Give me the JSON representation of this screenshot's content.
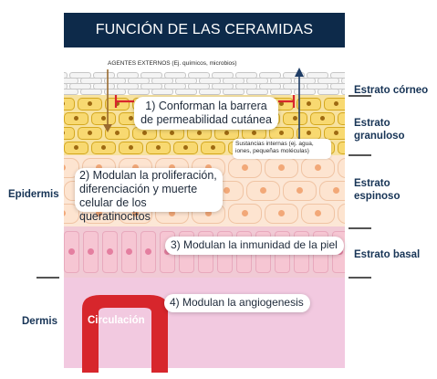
{
  "title": "FUNCIÓN DE LAS CERAMIDAS",
  "annotations": {
    "external_agents": "AGENTES EXTERNOS (Ej. químicos, microbios)",
    "internal_substances": "Sustancias internas (ej. agua,\niones, pequeñas moléculas)",
    "circulation": "Circulación"
  },
  "callouts": [
    {
      "text": "1) Conforman la barrera\nde permeabilidad cutánea"
    },
    {
      "text": "2) Modulan la proliferación,\ndiferenciación y muerte\ncelular de los queratinocitos"
    },
    {
      "text": "3) Modulan la inmunidad de la piel"
    },
    {
      "text": "4) Modulan la angiogenesis"
    }
  ],
  "layers": {
    "corneo": "Estrato córneo",
    "granuloso": "Estrato\ngranuloso",
    "espinoso": "Estrato\nespinoso",
    "basal": "Estrato basal",
    "epidermis": "Epidermis",
    "dermis": "Dermis"
  },
  "colors": {
    "title_bg": "#0d2a4a",
    "barrier_red": "#d9252d",
    "arrow_brown": "#9a6a2e",
    "arrow_navy": "#1f3d66",
    "vessel_red": "#d7262c",
    "label_navy": "#173456"
  }
}
